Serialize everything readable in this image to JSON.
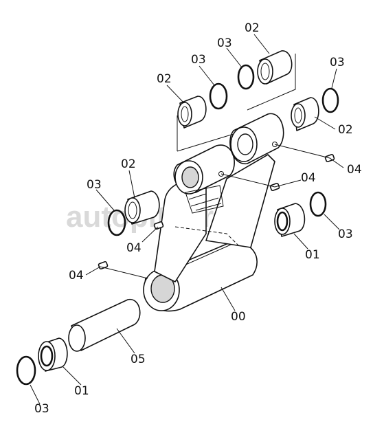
{
  "watermark": "autopiter.ru",
  "callouts": [
    {
      "id": "c1",
      "text": "02"
    },
    {
      "id": "c2",
      "text": "03"
    },
    {
      "id": "c3",
      "text": "03"
    },
    {
      "id": "c4",
      "text": "02"
    },
    {
      "id": "c5",
      "text": "03"
    },
    {
      "id": "c6",
      "text": "02"
    },
    {
      "id": "c7",
      "text": "04"
    },
    {
      "id": "c8",
      "text": "02"
    },
    {
      "id": "c9",
      "text": "04"
    },
    {
      "id": "c10",
      "text": "03"
    },
    {
      "id": "c11",
      "text": "04"
    },
    {
      "id": "c12",
      "text": "03"
    },
    {
      "id": "c13",
      "text": "01"
    },
    {
      "id": "c14",
      "text": "04"
    },
    {
      "id": "c15",
      "text": "00"
    },
    {
      "id": "c16",
      "text": "05"
    },
    {
      "id": "c17",
      "text": "01"
    },
    {
      "id": "c18",
      "text": "03"
    }
  ]
}
